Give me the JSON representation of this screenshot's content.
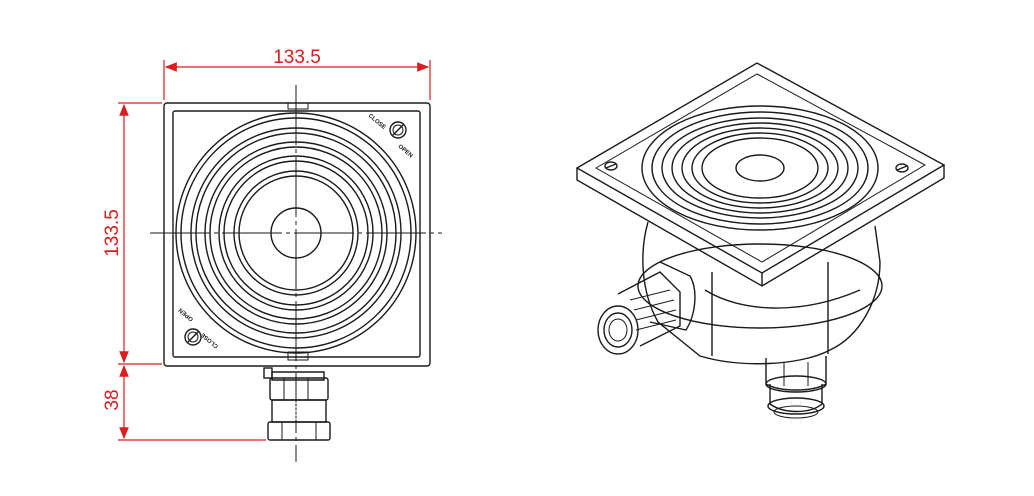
{
  "dimensions": {
    "width_label": "133.5",
    "height_label": "133.5",
    "connector_label": "38"
  },
  "knob_labels": {
    "close": "CLOSE",
    "open": "OPEN"
  },
  "colors": {
    "dimension_line": "#d81e1e",
    "outline": "#1a1a1a",
    "background": "#ffffff"
  }
}
